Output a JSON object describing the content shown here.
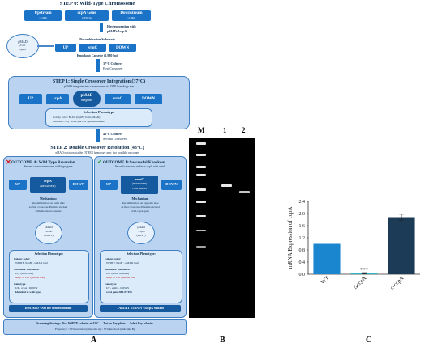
{
  "panelA": {
    "step0_title": "STEP 0: Wild-Type Chromosome",
    "upstream": "Upstream",
    "upstream_sub": "~1.0kb",
    "gene": "ccpA Gene",
    "gene_sub": "2,050 bp",
    "downstream": "Downstream",
    "downstream_sub": "~1.0kb",
    "pmad_plasmid": "pMAD",
    "pmad_plasmid_sub1": "β ori",
    "pmad_plasmid_sub2": "bgaB",
    "electro_line1": "Electroporation with",
    "electro_line2": "pMAD-ΔccpA",
    "recomb_title": "Recombination Substrate",
    "up": "UP",
    "ermc": "ermC",
    "down": "DOWN",
    "cassette": "Knockout Cassette (2,980 bp)",
    "culture37_1": "37°C Culture",
    "culture37_2": "First Crossover",
    "step1_title": "STEP 1: Single Crossover Integration (37°C)",
    "step1_sub": "pMAD integrates into chromosome via ONE homology arm",
    "s1_up": "UP",
    "s1_ccpa": "ccpA",
    "s1_pmad1": "pMAD",
    "s1_pmad2": "integrated",
    "s1_ermc": "ermC",
    "s1_down": "DOWN",
    "sel_title": "Selection Phenotype",
    "sel_line1": "Colony color: BLUE (bgaB⁺ from pMAD)",
    "sel_line2": "Antibiotic: Eryʳ (ermC) & Cmʳ (pMAD marker)",
    "culture43_1": "43°C Culture",
    "culture43_2": "Second Crossover",
    "step2_title": "STEP 2: Double Crossover Resolution (43°C)",
    "step2_sub": "pMAD excision via the OTHER homology arm: two possible outcomes",
    "outA_title": "OUTCOME A: Wild Type Reversion",
    "outA_sub": "Second crossover restores wild-type gene",
    "outA_up": "UP",
    "outA_mid1": "ccpA",
    "outA_mid2": "(RETAINED)",
    "outA_down": "DOWN",
    "outA_mech_title": "Mechanism:",
    "outA_mech1": "Recombination on same side",
    "outA_mech2": "as first crossover-Plasmid excised",
    "outA_mech3": "with knockout cassette",
    "outA_circ1": "pMAD",
    "outA_circ2": "+ermC",
    "outA_circ3": "(LOST)",
    "outA_sel_title": "Selection Phenotype:",
    "outA_color_h": "Colony color:",
    "outA_color": "WHITE (bgaB⁻, pMAD lost)",
    "outA_anti_h": "Antibiotic resistance:",
    "outA_anti1": "Eryˢ (ermC lost)",
    "outA_anti2": "Ampˢ or Cmˢ (pMAD lost)",
    "outA_geno_h": "Genotype",
    "outA_geno1": "UP - ccpA - DOWN",
    "outA_geno2": "Identical to wild-type",
    "outA_footer": "DISCARD - Not the desired mutant",
    "outB_title": "OUTCOME B:Successful Knockout",
    "outB_sub": "Second crossover replaces ccpA with ermC",
    "outB_up": "UP",
    "outB_mid1": "ermC",
    "outB_mid2": "(INSERTED)",
    "outB_mid3": "ccpA deleted",
    "outB_down": "DOWN",
    "outB_mech_title": "Mechanism:",
    "outB_mech1": "Recombination on opposite side",
    "outB_mech2": "as first crossover-Plasmid excised",
    "outB_mech3": "with ccpA gene",
    "outB_circ1": "pMAD",
    "outB_circ2": "+ccpA",
    "outB_circ3": "(LOST)",
    "outB_sel_title": "Selection Phenotype:",
    "outB_color_h": "Colony color:",
    "outB_color": "WHITE (bgaB⁻, pMAD lost)",
    "outB_anti_h": "Antibiotic resistance:",
    "outB_anti1": "Eryʳ (ermC retained)",
    "outB_anti2": "Ampˢ or Cmˢ (pMAD lost)",
    "outB_geno_h": "Genotype",
    "outB_geno1": "UP - ermC - DOWN",
    "outB_geno2": "ccpA gene DELETED",
    "outB_footer": "TARGET STRAIN - ΔccpA Mutant",
    "screen_line1": "Screening Strategy: Pick WHITE colonies at 43°C → Test on Ery plates → Select Ery colonies",
    "screen_line2": "Frequency: ~50% reversion (Outcome A) ~ 50% knockout (Outcome B)",
    "panel_label": "A"
  },
  "panelB": {
    "lane_m": "M",
    "lane_1": "1",
    "lane_2": "2",
    "panel_label": "B"
  },
  "panelC": {
    "panel_label": "C",
    "significance": "***"
  },
  "chart_data": {
    "type": "bar",
    "categories": [
      "WT",
      "ΔccpA",
      "c-ccpA"
    ],
    "values": [
      1.0,
      0.03,
      1.88
    ],
    "errors": [
      0.0,
      0.02,
      0.1
    ],
    "ylabel": "mRNA Expression of ccpA",
    "ylim": [
      0,
      2.4
    ],
    "yticks": [
      "0.0",
      "0.4",
      "0.8",
      "1.2",
      "1.6",
      "2.0",
      "2.4"
    ],
    "colors": [
      "#1a86d0",
      "#29b3c4",
      "#1c3b57"
    ]
  }
}
